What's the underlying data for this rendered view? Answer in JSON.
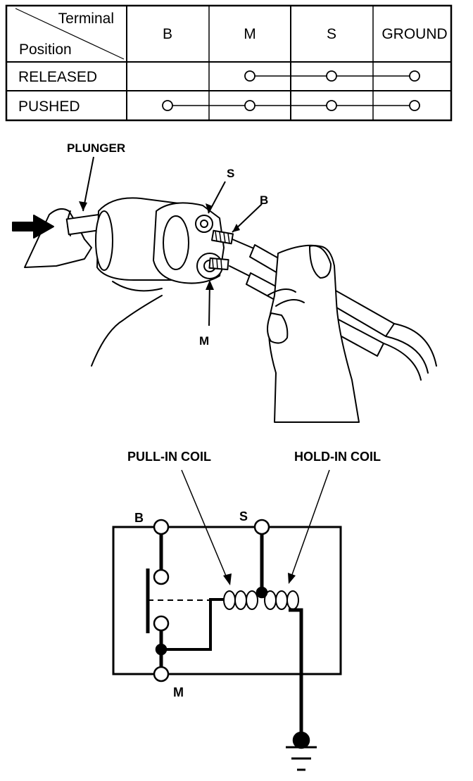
{
  "table": {
    "corner_top": "Terminal",
    "corner_bottom": "Position",
    "columns": [
      "B",
      "M",
      "S",
      "GROUND"
    ],
    "rows": [
      {
        "label": "RELEASED",
        "connected": [
          false,
          true,
          true,
          true
        ]
      },
      {
        "label": "PUSHED",
        "connected": [
          true,
          true,
          true,
          true
        ]
      }
    ]
  },
  "illustration": {
    "plunger_label": "PLUNGER",
    "s_label": "S",
    "b_label": "B",
    "m_label": "M"
  },
  "schematic": {
    "pull_in_label": "PULL-IN COIL",
    "hold_in_label": "HOLD-IN COIL",
    "b_label": "B",
    "s_label": "S",
    "m_label": "M"
  }
}
